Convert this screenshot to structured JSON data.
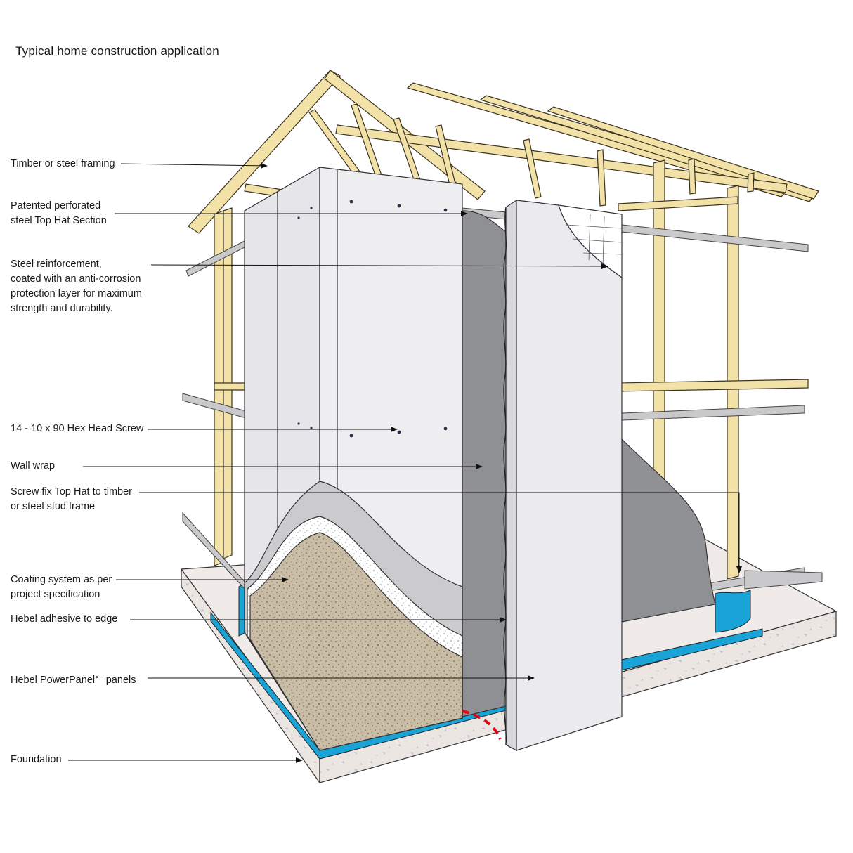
{
  "title": "Typical home construction application",
  "labels": {
    "framing": "Timber or steel framing",
    "tophat": [
      "Patented perforated",
      "steel Top Hat Section"
    ],
    "reinforcement": [
      "Steel reinforcement,",
      "coated with an anti-corrosion",
      "protection layer for maximum",
      "strength and durability."
    ],
    "screw": "14 - 10 x 90 Hex Head Screw",
    "wallwrap": "Wall wrap",
    "screwfix": [
      "Screw fix Top Hat to timber",
      "or steel stud frame"
    ],
    "coating": [
      "Coating system as per",
      "project specification"
    ],
    "adhesive": "Hebel adhesive to edge",
    "panels_prefix": "Hebel PowerPanel",
    "panels_sup": "XL",
    "panels_suffix": " panels",
    "foundation": "Foundation"
  },
  "colors": {
    "timber": "#f3e2a8",
    "timber_outline": "#3a3220",
    "panel": "#eaeaee",
    "wrap": "#8f9093",
    "membrane": "#1aa3d6",
    "foundation": "#e9e2df",
    "render": "#c7b9a0",
    "adhesive_dash": "#e30613"
  }
}
